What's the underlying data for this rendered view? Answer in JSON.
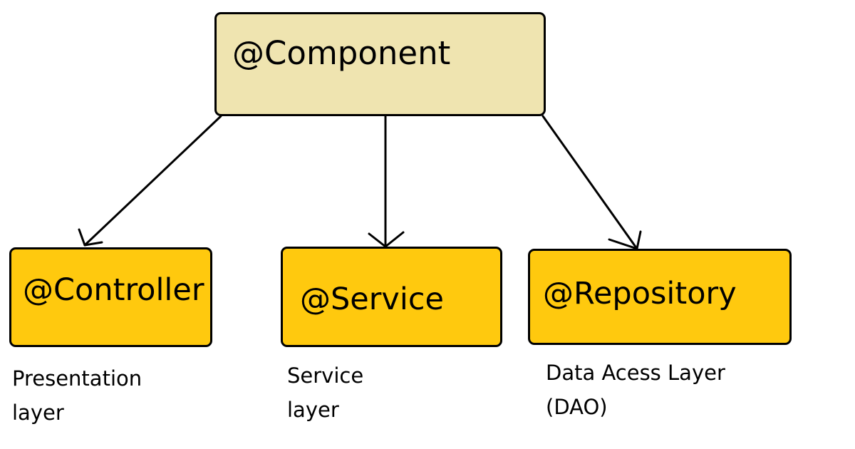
{
  "diagram": {
    "root": {
      "label": "@Component"
    },
    "children": [
      {
        "label": "@Controller",
        "caption": [
          "Presentation",
          "layer"
        ]
      },
      {
        "label": "@Service",
        "caption": [
          "Service",
          "layer"
        ]
      },
      {
        "label": "@Repository",
        "caption": [
          "Data Acess Layer",
          "(DAO)"
        ]
      }
    ],
    "colors": {
      "root_fill": "#efe4b0",
      "child_fill": "#ffc90e",
      "stroke": "#000000",
      "background": "#ffffff"
    }
  }
}
